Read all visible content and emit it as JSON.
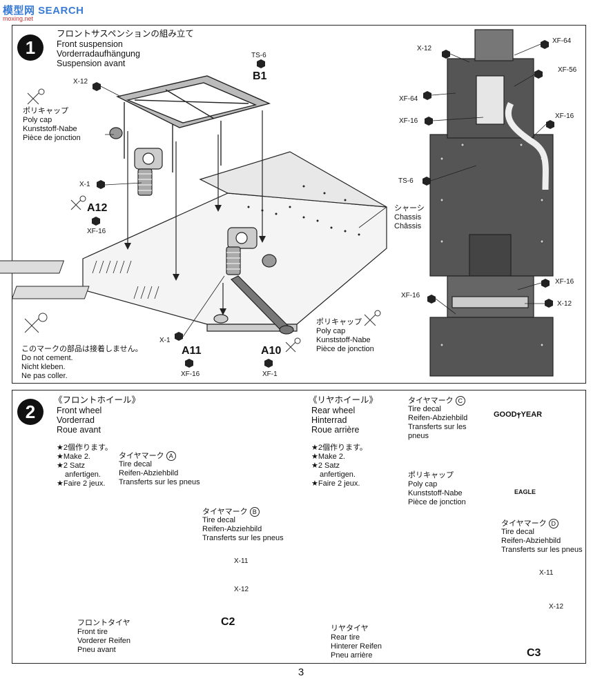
{
  "watermark": {
    "site": "模型网 SEARCH",
    "url": "moxing.net"
  },
  "page_number": "3",
  "step1": {
    "number": "1",
    "title_jp": "フロントサスペンションの組み立て",
    "title_en": "Front suspension",
    "title_de": "Vorderradaufhängung",
    "title_fr": "Suspension avant",
    "polycap_jp": "ポリキャップ",
    "polycap_en": "Poly cap",
    "polycap_de": "Kunststoff-Nabe",
    "polycap_fr": "Pièce de jonction",
    "polycap2_jp": "ポリキャップ",
    "polycap2_en": "Poly cap",
    "polycap2_de": "Kunststoff-Nabe",
    "polycap2_fr": "Pièce de jonction",
    "chassis_jp": "シャーシ",
    "chassis_en": "Chassis",
    "chassis_fr": "Châssis",
    "nocement_jp": "このマークの部品は接着しません。",
    "nocement_en": "Do not cement.",
    "nocement_de": "Nicht kleben.",
    "nocement_fr": "Ne pas coller.",
    "labels": {
      "ts6_top": "TS-6",
      "b1": "B1",
      "x12_top": "X-12",
      "x1_left": "X-1",
      "a12": "A12",
      "xf16_a12": "XF-16",
      "x1_bottom": "X-1",
      "a11": "A11",
      "xf16_a11": "XF-16",
      "a10": "A10",
      "xf1_a10": "XF-1",
      "x12_right": "X-12",
      "xf64_a": "XF-64",
      "xf56": "XF-56",
      "xf64_b": "XF-64",
      "xf16_a": "XF-16",
      "xf16_b": "XF-16",
      "ts6_right": "TS-6",
      "xf16_c": "XF-16",
      "xf16_d": "XF-16",
      "x12_low": "X-12"
    }
  },
  "step2": {
    "number": "2",
    "front_jp": "《フロントホイール》",
    "front_en": "Front wheel",
    "front_de": "Vorderrad",
    "front_fr": "Roue avant",
    "rear_jp": "《リヤホイール》",
    "rear_en": "Rear wheel",
    "rear_de": "Hinterrad",
    "rear_fr": "Roue arrière",
    "make2_front": [
      "★2個作ります。",
      "★Make 2.",
      "★2 Satz",
      "anfertigen.",
      "★Faire 2 jeux."
    ],
    "make2_rear": [
      "★2個作ります。",
      "★Make 2.",
      "★2 Satz",
      "anfertigen.",
      "★Faire 2 jeux."
    ],
    "decal_a": [
      "タイヤマーク",
      "Tire decal",
      "Reifen-Abziehbild",
      "Transferts sur les pneus"
    ],
    "decal_a_mark": "A",
    "decal_b": [
      "タイヤマーク",
      "Tire decal",
      "Reifen-Abziehbild",
      "Transferts sur les pneus"
    ],
    "decal_b_mark": "B",
    "decal_c": [
      "タイヤマーク",
      "Tire decal",
      "Reifen-Abziehbild",
      "Transferts sur les",
      "pneus"
    ],
    "decal_c_mark": "C",
    "decal_d": [
      "タイヤマーク",
      "Tire decal",
      "Reifen-Abziehbild",
      "Transferts sur les pneus"
    ],
    "decal_d_mark": "D",
    "polycap": [
      "ポリキャップ",
      "Poly cap",
      "Kunststoff-Nabe",
      "Pièce de jonction"
    ],
    "front_tire": [
      "フロントタイヤ",
      "Front tire",
      "Vorderer Reifen",
      "Pneu avant"
    ],
    "rear_tire": [
      "リヤタイヤ",
      "Rear tire",
      "Hinterer Reifen",
      "Pneu arrière"
    ],
    "labels": {
      "x11_f": "X-11",
      "x12_f": "X-12",
      "c2": "C2",
      "x11_r": "X-11",
      "x12_r": "X-12",
      "c3": "C3"
    },
    "tire_brand_top": "GOODⲯYEAR",
    "tire_brand_bottom": "EAGLE"
  }
}
